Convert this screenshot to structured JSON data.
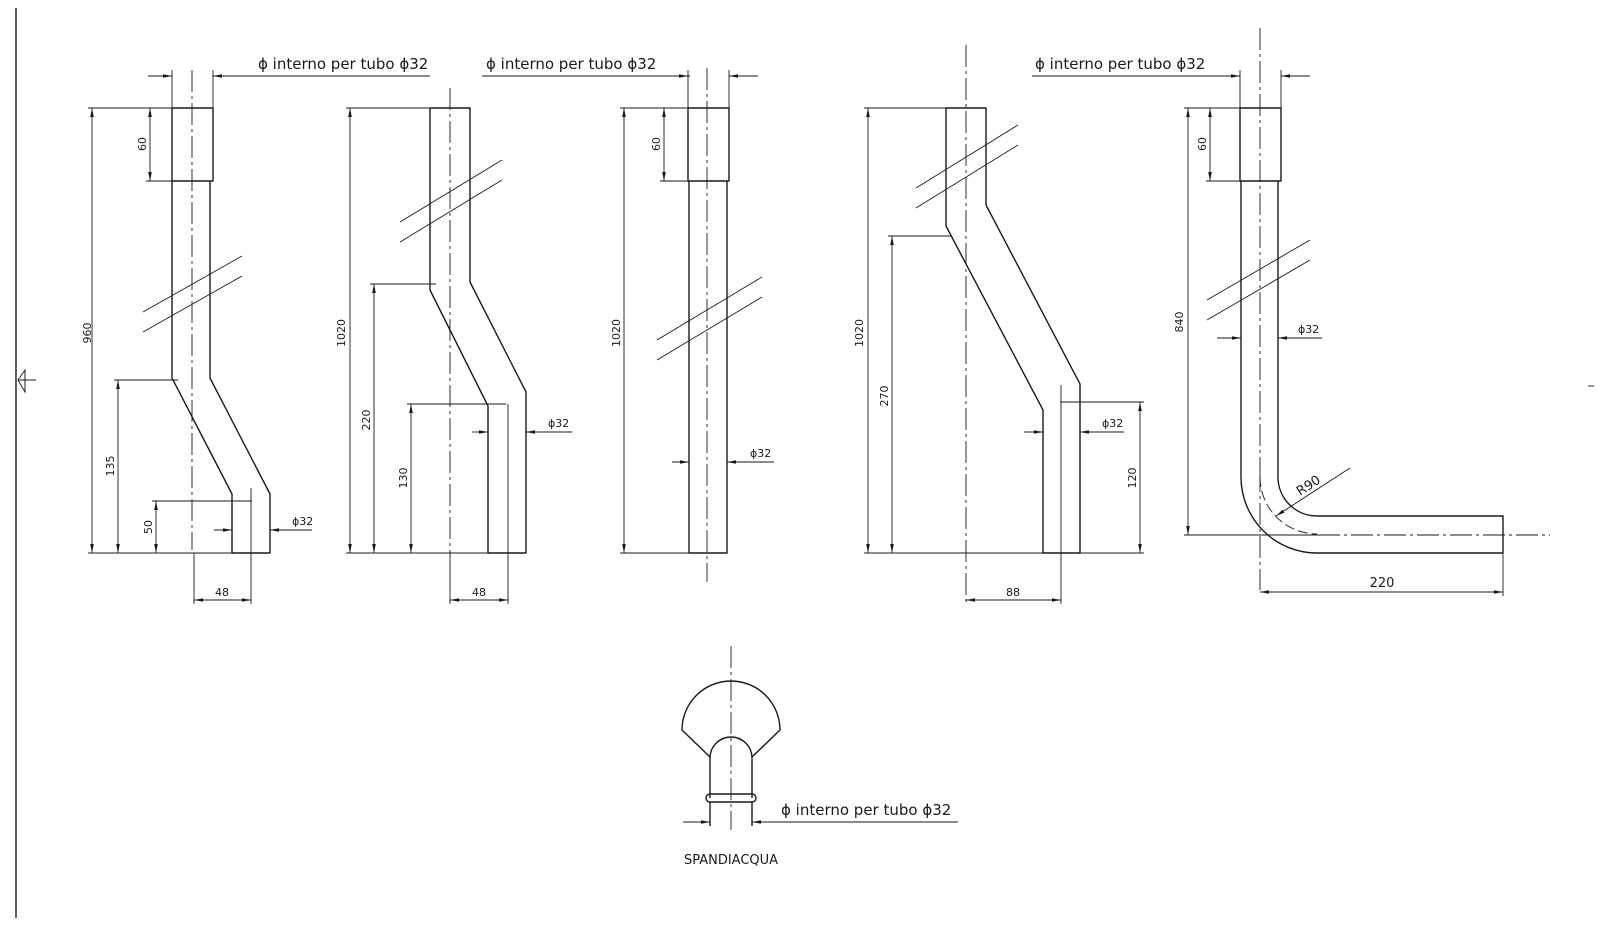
{
  "notes": {
    "pipe_inner_diameter": "ϕ interno per tubo ϕ32",
    "spreader_caption": "SPANDIACQUA"
  },
  "pipe1": {
    "overall": "960",
    "socket": "60",
    "bend_height": "135",
    "foot": "50",
    "offset": "48",
    "dia": "ϕ32"
  },
  "pipe2": {
    "overall": "1020",
    "bend_top": "220",
    "bend_bottom": "130",
    "offset": "48",
    "dia": "ϕ32"
  },
  "pipe3": {
    "overall": "1020",
    "socket": "60",
    "dia": "ϕ32"
  },
  "pipe4": {
    "overall": "1020",
    "bend_top": "270",
    "foot": "120",
    "offset": "88",
    "dia": "ϕ32"
  },
  "pipe5": {
    "overall": "840",
    "socket": "60",
    "dia": "ϕ32",
    "radius": "R90",
    "horizontal": "220"
  }
}
